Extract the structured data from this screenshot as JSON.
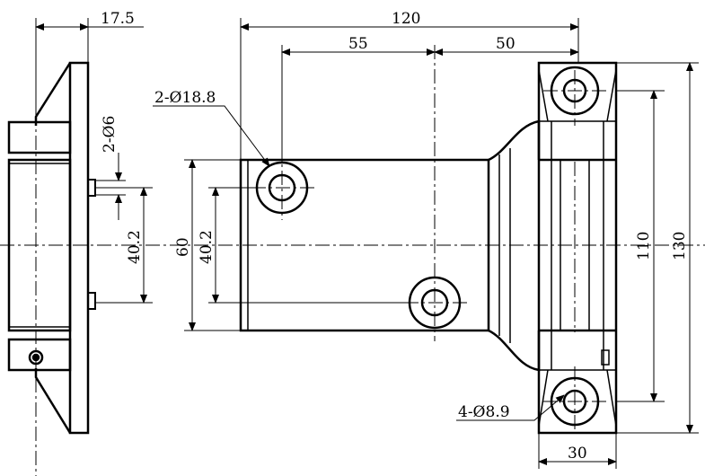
{
  "dimensions": {
    "flange_thickness": "17.5",
    "overall_length": "120",
    "hole_offset": "55",
    "hinge_offset": "50",
    "pin_holes": "2-Ø6",
    "left_spacing": "40.2",
    "height": "60",
    "center_spacing": "40.2",
    "through_holes": "2-Ø18.8",
    "inner_height": "110",
    "outer_height": "130",
    "mount_holes": "4-Ø8.9",
    "block_width": "30"
  }
}
